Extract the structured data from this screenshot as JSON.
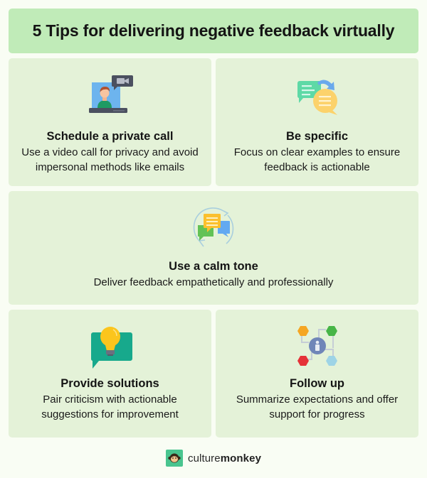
{
  "title": "5 Tips for delivering negative feedback virtually",
  "tips": [
    {
      "icon": "video-call-icon",
      "heading": "Schedule a private call",
      "lines": [
        "Use a video call for privacy and avoid",
        "impersonal methods like emails"
      ]
    },
    {
      "icon": "chat-bubbles-exchange-icon",
      "heading": "Be specific",
      "lines": [
        "Focus on clear examples to ensure",
        "feedback is actionable"
      ]
    },
    {
      "icon": "conversation-cycle-icon",
      "heading": "Use a calm tone",
      "lines": [
        "Deliver feedback empathetically and professionally"
      ]
    },
    {
      "icon": "lightbulb-message-icon",
      "heading": "Provide solutions",
      "lines": [
        "Pair criticism with actionable",
        "suggestions for improvement"
      ]
    },
    {
      "icon": "network-person-icon",
      "heading": "Follow up",
      "lines": [
        "Summarize expectations and offer",
        "support for progress"
      ]
    }
  ],
  "footer": {
    "brand_light": "culture",
    "brand_bold": "monkey",
    "logo_icon": "monkey-logo-icon"
  },
  "colors": {
    "background": "#f9fdf4",
    "banner": "#c0ebb8",
    "card": "#e4f2d8",
    "logo": "#49c58f"
  }
}
